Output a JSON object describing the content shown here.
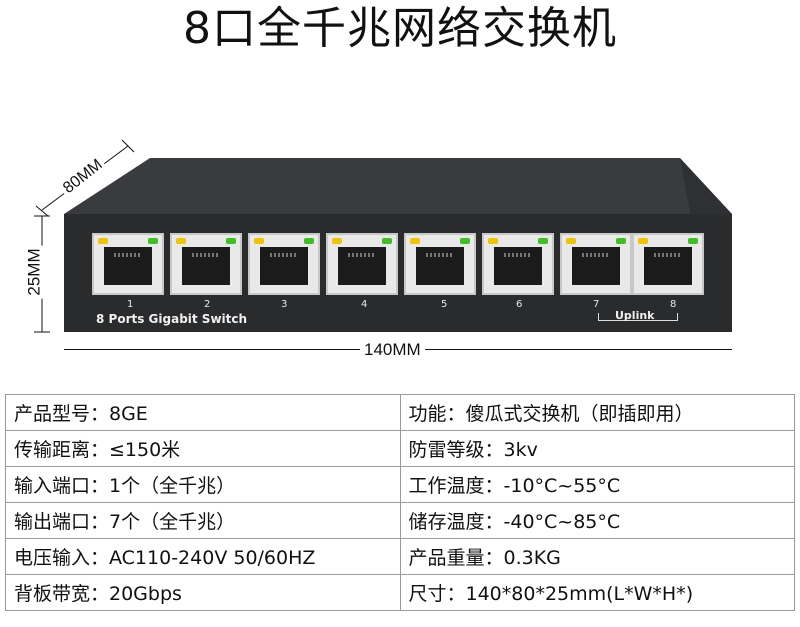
{
  "title": "8口全千兆网络交换机",
  "dimensions": {
    "width": "140MM",
    "height": "25MM",
    "depth": "80MM"
  },
  "device": {
    "label": "8 Ports Gigabit Switch",
    "uplink_label": "Uplink",
    "ports": [
      "1",
      "2",
      "3",
      "4",
      "5",
      "6",
      "7",
      "8"
    ]
  },
  "specs": [
    [
      "产品型号：8GE",
      "功能：傻瓜式交换机（即插即用）"
    ],
    [
      "传输距离：≤150米",
      "防雷等级：3kv"
    ],
    [
      "输入端口：1个（全千兆）",
      "工作温度：-10°C~55°C"
    ],
    [
      "输出端口：7个（全千兆）",
      "储存温度：-40°C~85°C"
    ],
    [
      "电压输入：AC110-240V 50/60HZ",
      "产品重量：0.3KG"
    ],
    [
      "背板带宽：20Gbps",
      "尺寸：140*80*25mm(L*W*H*)"
    ]
  ],
  "colors": {
    "chassis": "#2a2b2d",
    "led_yellow": "#f0c400",
    "led_green": "#3fc022"
  }
}
